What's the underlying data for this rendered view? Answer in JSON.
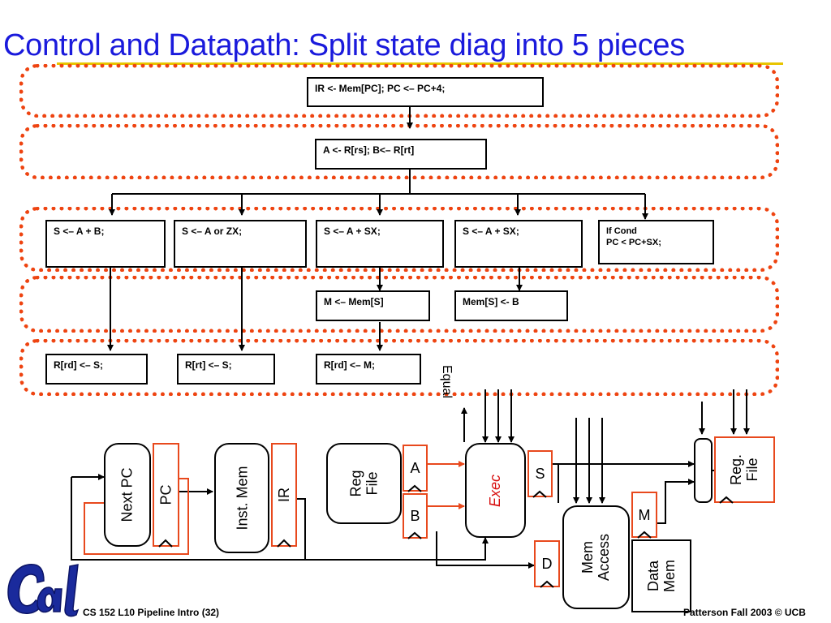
{
  "title": "Control and Datapath: Split state diag into 5 pieces",
  "states": {
    "fetch": "IR <- Mem[PC]; PC <– PC+4;",
    "decode": "A <- R[rs]; B<– R[rt]",
    "exec_rtype": "S <– A + B;",
    "exec_ori": "S <– A or ZX;",
    "exec_load": "S <– A + SX;",
    "exec_store": "S <– A + SX;",
    "branch_line1": "If Cond",
    "branch_line2": "PC < PC+SX;",
    "mem_load": "M <– Mem[S]",
    "mem_store": "Mem[S] <- B",
    "wb_rtype": "R[rd] <– S;",
    "wb_ori": "R[rt] <– S;",
    "wb_load": "R[rd] <– M;"
  },
  "datapath": {
    "next_pc": "Next PC",
    "pc": "PC",
    "inst_mem": "Inst. Mem",
    "ir": "IR",
    "reg_file_l1": "Reg",
    "reg_file_l2": "File",
    "a": "A",
    "b": "B",
    "exec": "Exec",
    "s": "S",
    "equal": "Equal",
    "mem_access_l1": "Mem",
    "mem_access_l2": "Access",
    "m": "M",
    "d": "D",
    "data_mem_l1": "Data",
    "data_mem_l2": "Mem",
    "reg_file2_l1": "Reg.",
    "reg_file2_l2": "File"
  },
  "footer": {
    "left": "CS 152 L10 Pipeline Intro (32)",
    "right": "Patterson Fall 2003 © UCB"
  },
  "colors": {
    "title": "#1a1adc",
    "stage_border": "#ee4411",
    "register_red": "#e8491d",
    "title_rule": "#e8c400",
    "logo_blue": "#1a2a9c"
  }
}
